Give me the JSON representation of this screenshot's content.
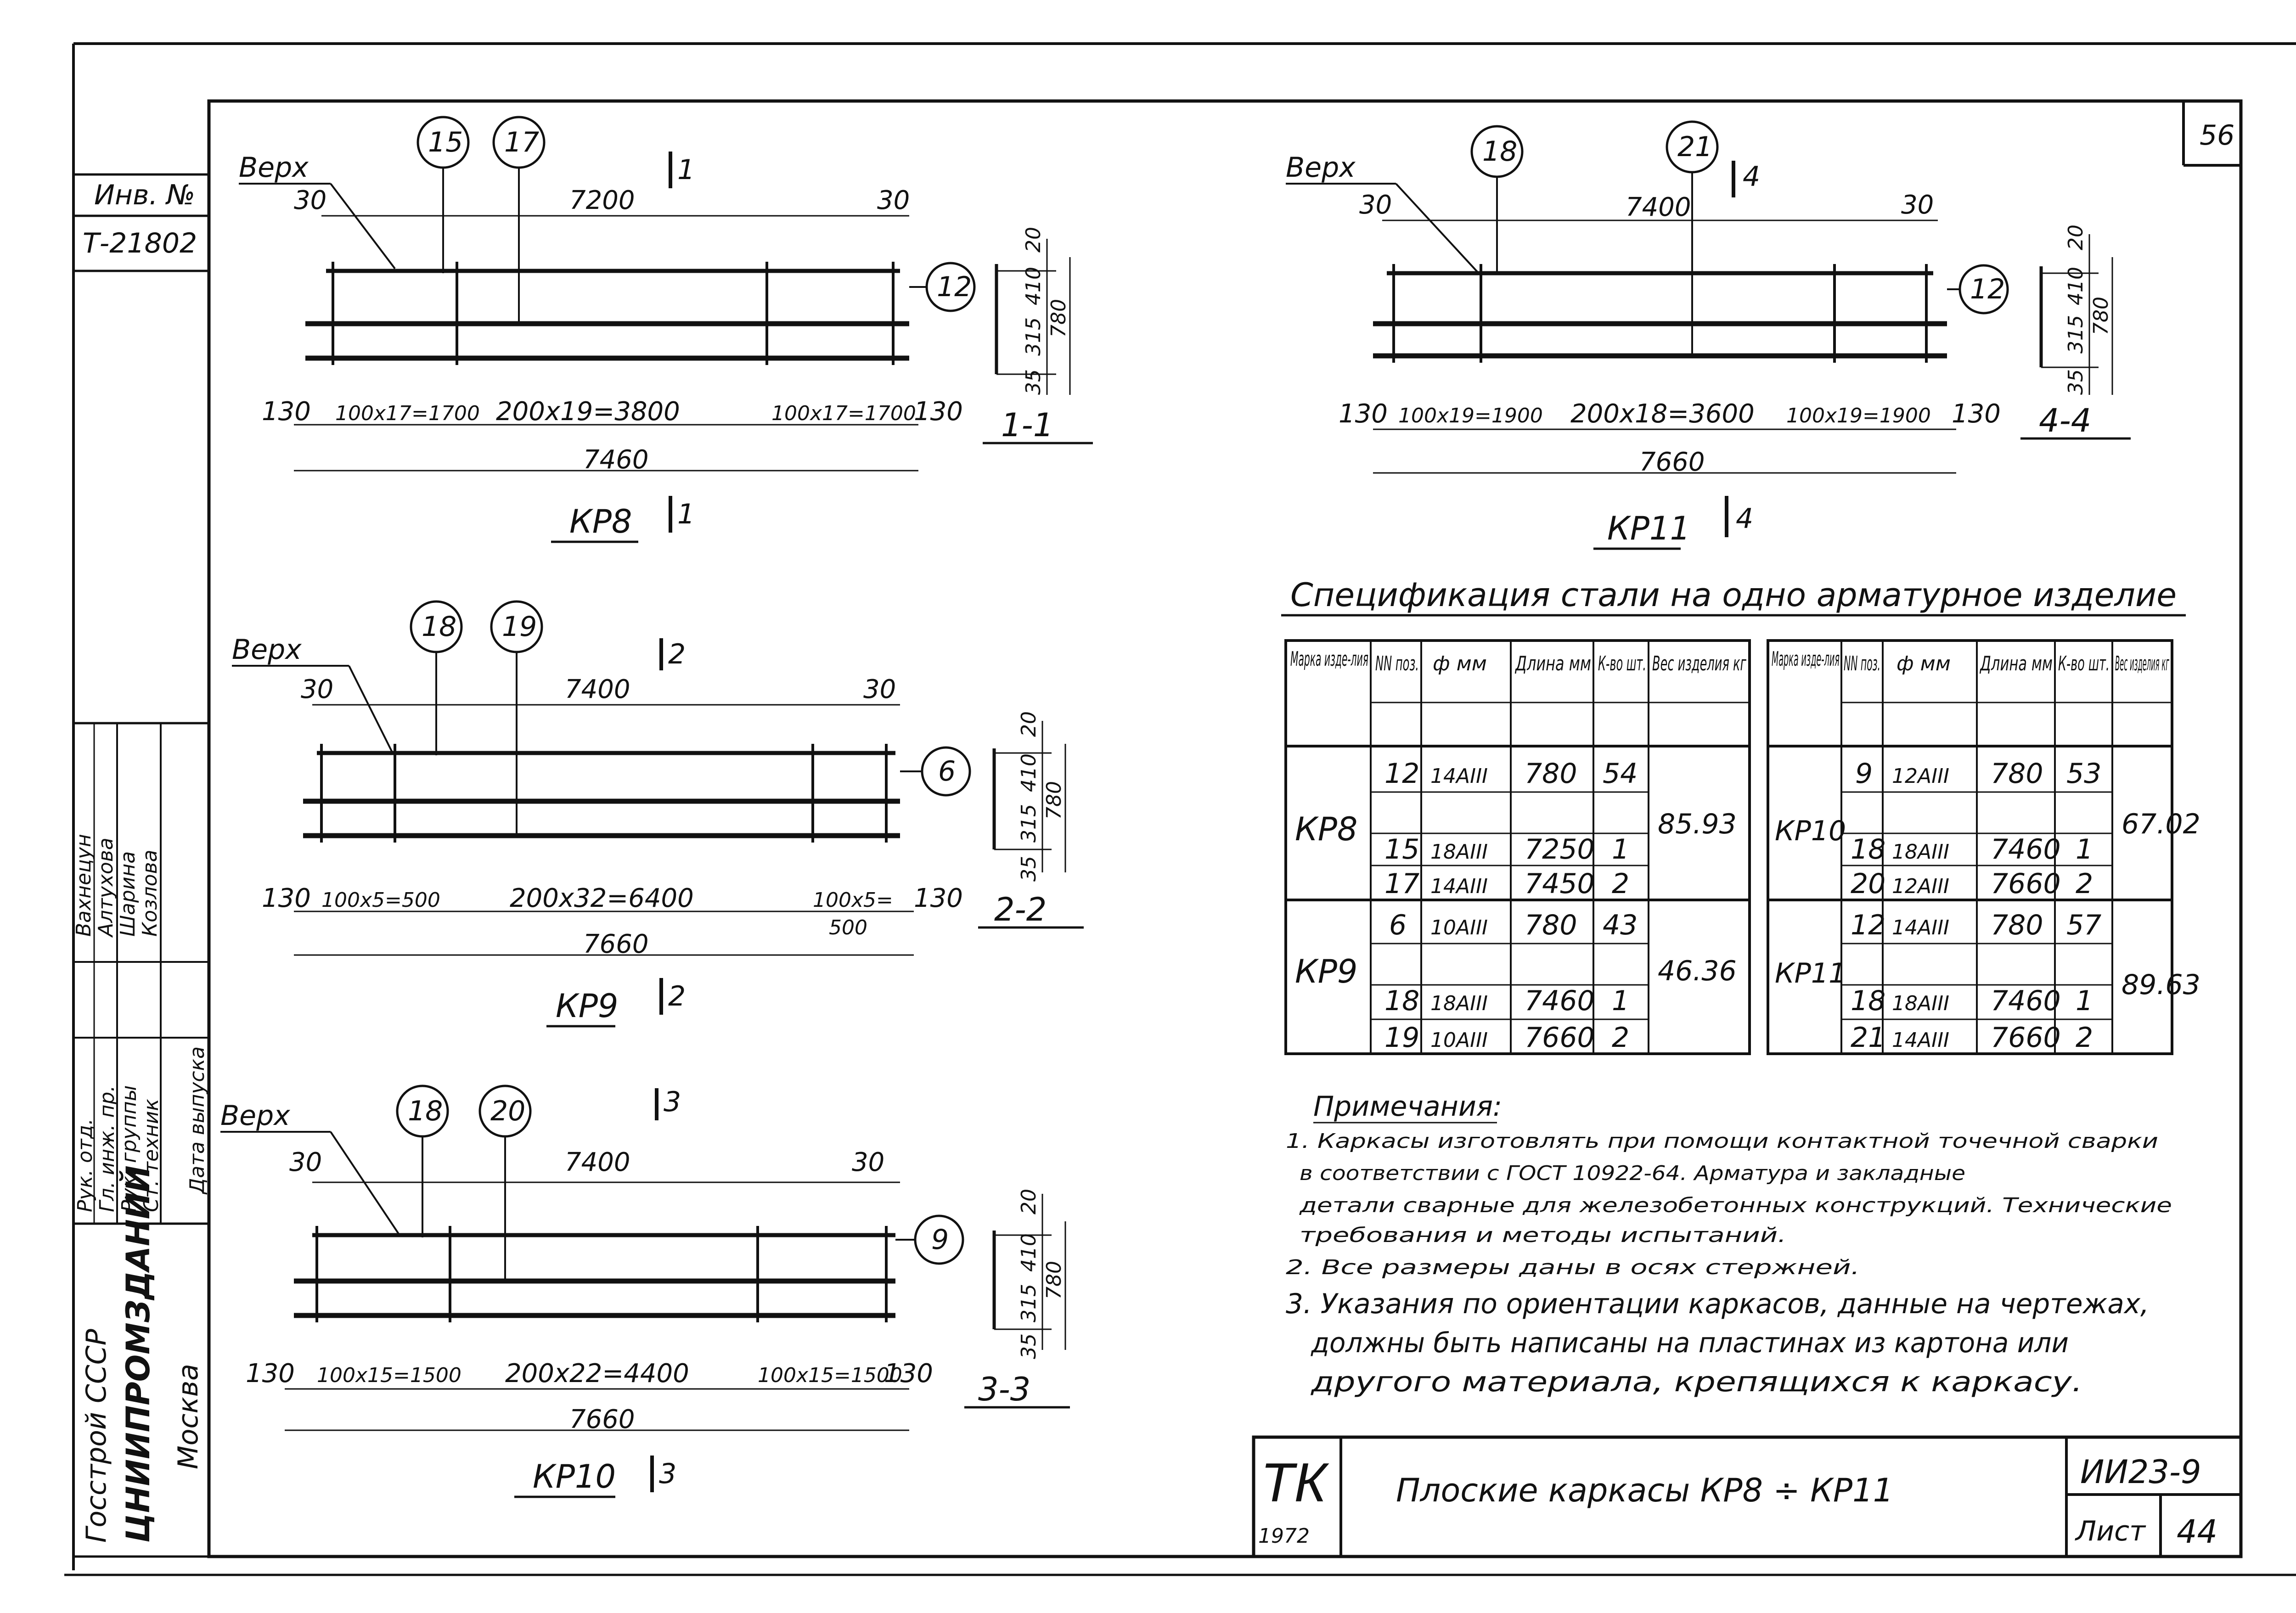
{
  "sheet_number_top": "56",
  "stamp_inv": {
    "label": "Инв. №",
    "value": "Т-21802"
  },
  "left_strip": {
    "names": [
      "Вахнецун",
      "Алтухова",
      "Шарина",
      "Козлова"
    ],
    "roles": [
      "Рук. отд.",
      "Гл. инж. пр.",
      "Рук. группы",
      "Ст. техник",
      "Дата выпуска"
    ],
    "org": [
      "Госстрой СССР",
      "ЦНИИПРОМЗДАНИЙ",
      "Москва"
    ]
  },
  "frames": [
    {
      "id": "kp8",
      "name": "КР8",
      "section_mark": "1",
      "section": "1-1",
      "top_word": "Верх",
      "callouts": {
        "top_a": "15",
        "top_b": "17",
        "right": "12"
      },
      "dims_top": {
        "end": "30",
        "mid": "7200"
      },
      "dims_bottom": {
        "a": "130",
        "b": "100x17=1700",
        "c": "200x19=3800",
        "d": "100x17=1700",
        "e": "130",
        "total": "7460"
      },
      "sec_dims": {
        "a": "20",
        "b": "410",
        "c": "780",
        "d": "315",
        "e": "35"
      }
    },
    {
      "id": "kp9",
      "name": "КР9",
      "section_mark": "2",
      "section": "2-2",
      "top_word": "Верх",
      "callouts": {
        "top_a": "18",
        "top_b": "19",
        "right": "6"
      },
      "dims_top": {
        "end": "30",
        "mid": "7400"
      },
      "dims_bottom": {
        "a": "130",
        "b": "100x5=500",
        "c": "200x32=6400",
        "d": "100x5=",
        "d2": "500",
        "e": "130",
        "total": "7660"
      },
      "sec_dims": {
        "a": "20",
        "b": "410",
        "c": "780",
        "d": "315",
        "e": "35"
      }
    },
    {
      "id": "kp10",
      "name": "КР10",
      "section_mark": "3",
      "section": "3-3",
      "top_word": "Верх",
      "callouts": {
        "top_a": "18",
        "top_b": "20",
        "right": "9"
      },
      "dims_top": {
        "end": "30",
        "mid": "7400"
      },
      "dims_bottom": {
        "a": "130",
        "b": "100x15=1500",
        "c": "200x22=4400",
        "d": "100x15=1500",
        "e": "130",
        "total": "7660"
      },
      "sec_dims": {
        "a": "20",
        "b": "410",
        "c": "780",
        "d": "315",
        "e": "35"
      }
    },
    {
      "id": "kp11",
      "name": "КР11",
      "section_mark": "4",
      "section": "4-4",
      "top_word": "Верх",
      "callouts": {
        "top_a": "18",
        "top_b": "21",
        "right": "12"
      },
      "dims_top": {
        "end": "30",
        "mid": "7400"
      },
      "dims_bottom": {
        "a": "130",
        "b": "100x19=1900",
        "c": "200x18=3600",
        "d": "100x19=1900",
        "e": "130",
        "total": "7660"
      },
      "sec_dims": {
        "a": "20",
        "b": "410",
        "c": "780",
        "d": "315",
        "e": "35"
      }
    }
  ],
  "spec": {
    "title": "Спецификация стали на одно арматурное изделие",
    "headers": {
      "mark": "Марка изде-лия",
      "pos": "NN поз.",
      "dia": "ф мм",
      "len": "Длина мм",
      "qty": "К-во шт.",
      "wt": "Вес изделия кг"
    },
    "left": [
      {
        "mark": "КР8",
        "weight": "85.93",
        "rows": [
          [
            "12",
            "14АIII",
            "780",
            "54"
          ],
          [
            "15",
            "18АIII",
            "7250",
            "1"
          ],
          [
            "17",
            "14АIII",
            "7450",
            "2"
          ]
        ]
      },
      {
        "mark": "КР9",
        "weight": "46.36",
        "rows": [
          [
            "6",
            "10АIII",
            "780",
            "43"
          ],
          [
            "18",
            "18АIII",
            "7460",
            "1"
          ],
          [
            "19",
            "10АIII",
            "7660",
            "2"
          ]
        ]
      }
    ],
    "right": [
      {
        "mark": "КР10",
        "weight": "67.02",
        "rows": [
          [
            "9",
            "12АIII",
            "780",
            "53"
          ],
          [
            "18",
            "18АIII",
            "7460",
            "1"
          ],
          [
            "20",
            "12АIII",
            "7660",
            "2"
          ]
        ]
      },
      {
        "mark": "КР11",
        "weight": "89.63",
        "rows": [
          [
            "12",
            "14АIII",
            "780",
            "57"
          ],
          [
            "18",
            "18АIII",
            "7460",
            "1"
          ],
          [
            "21",
            "14АIII",
            "7660",
            "2"
          ]
        ]
      }
    ]
  },
  "notes": {
    "title": "Примечания:",
    "lines": [
      "1. Каркасы изготовлять при помощи контактной точечной сварки",
      "в соответствии с ГОСТ 10922-64. Арматура и закладные",
      "детали сварные для железобетонных конструкций. Технические",
      "требования и методы испытаний.",
      "2. Все размеры даны в осях стержней.",
      "3. Указания по ориентации каркасов, данные на чертежах,",
      "должны быть написаны на пластинах из картона или",
      "другого материала, крепящихся к каркасу."
    ]
  },
  "title_block": {
    "tk": "ТК",
    "year": "1972",
    "title": "Плоские каркасы КР8 ÷ КР11",
    "code": "ИИ23-9",
    "sheet_label": "Лист",
    "sheet": "44"
  }
}
